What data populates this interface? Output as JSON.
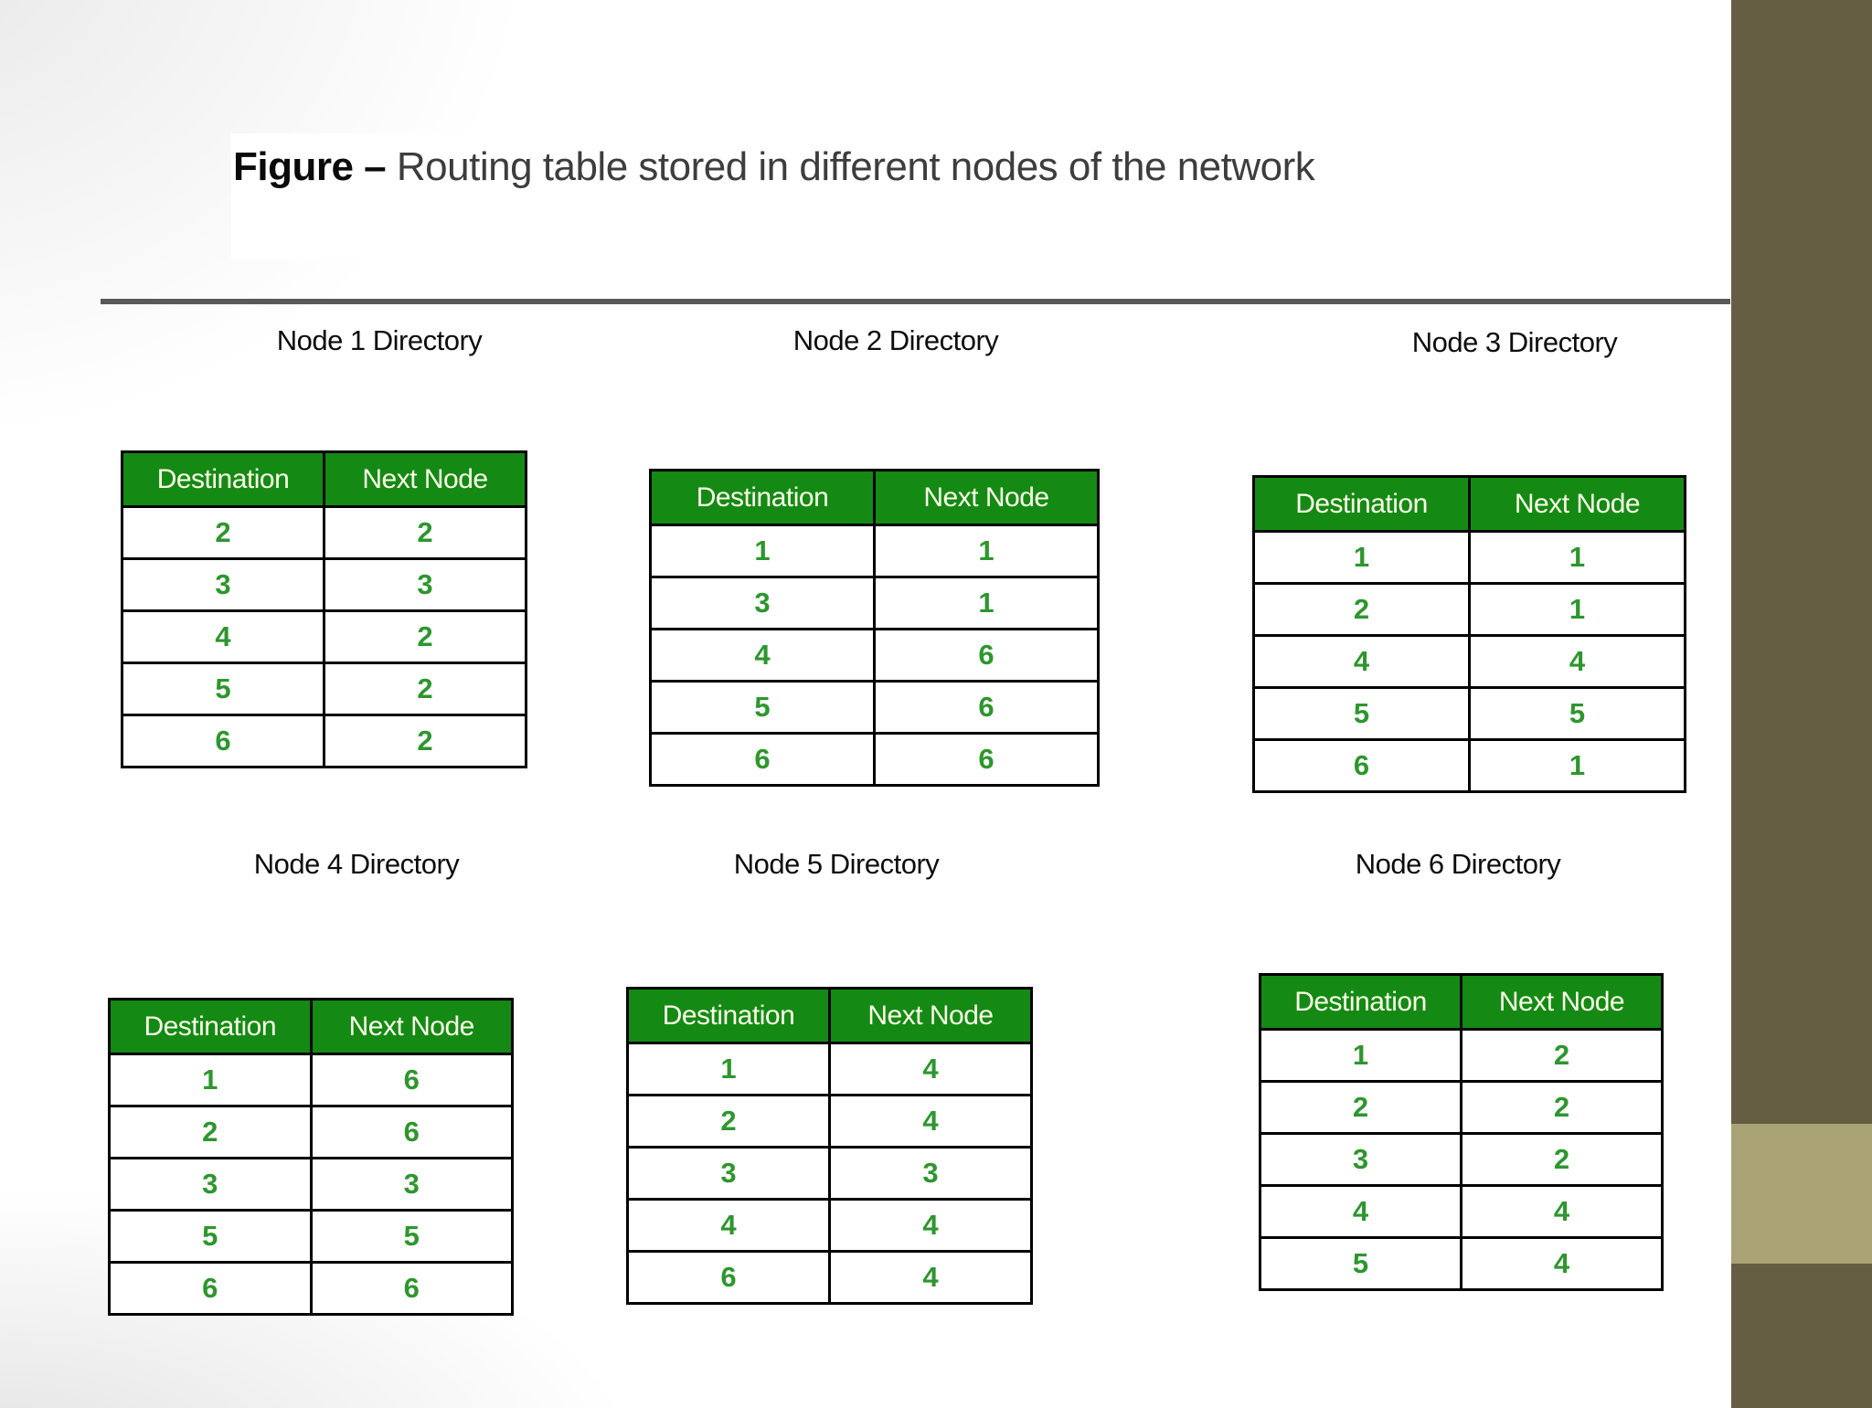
{
  "title": {
    "prefix": "Figure – ",
    "text": "Routing table stored in different nodes of the network"
  },
  "columns": [
    "Destination",
    "Next Node"
  ],
  "tables": [
    {
      "name": "Node 1 Directory",
      "rows": [
        [
          "2",
          "2"
        ],
        [
          "3",
          "3"
        ],
        [
          "4",
          "2"
        ],
        [
          "5",
          "2"
        ],
        [
          "6",
          "2"
        ]
      ]
    },
    {
      "name": "Node 2 Directory",
      "rows": [
        [
          "1",
          "1"
        ],
        [
          "3",
          "1"
        ],
        [
          "4",
          "6"
        ],
        [
          "5",
          "6"
        ],
        [
          "6",
          "6"
        ]
      ]
    },
    {
      "name": "Node 3 Directory",
      "rows": [
        [
          "1",
          "1"
        ],
        [
          "2",
          "1"
        ],
        [
          "4",
          "4"
        ],
        [
          "5",
          "5"
        ],
        [
          "6",
          "1"
        ]
      ]
    },
    {
      "name": "Node 4 Directory",
      "rows": [
        [
          "1",
          "6"
        ],
        [
          "2",
          "6"
        ],
        [
          "3",
          "3"
        ],
        [
          "5",
          "5"
        ],
        [
          "6",
          "6"
        ]
      ]
    },
    {
      "name": "Node 5 Directory",
      "rows": [
        [
          "1",
          "4"
        ],
        [
          "2",
          "4"
        ],
        [
          "3",
          "3"
        ],
        [
          "4",
          "4"
        ],
        [
          "6",
          "4"
        ]
      ]
    },
    {
      "name": "Node 6 Directory",
      "rows": [
        [
          "1",
          "2"
        ],
        [
          "2",
          "2"
        ],
        [
          "3",
          "2"
        ],
        [
          "4",
          "4"
        ],
        [
          "5",
          "4"
        ]
      ]
    }
  ],
  "colors": {
    "header_green": "#148a14",
    "header_text": "#fffde9",
    "value_green": "#2e962e",
    "table_border": "#000000",
    "divider_gray": "#595959",
    "sidebar_dark": "#665e43",
    "sidebar_light": "#a9a274",
    "title_gray": "#3d3d3d"
  }
}
